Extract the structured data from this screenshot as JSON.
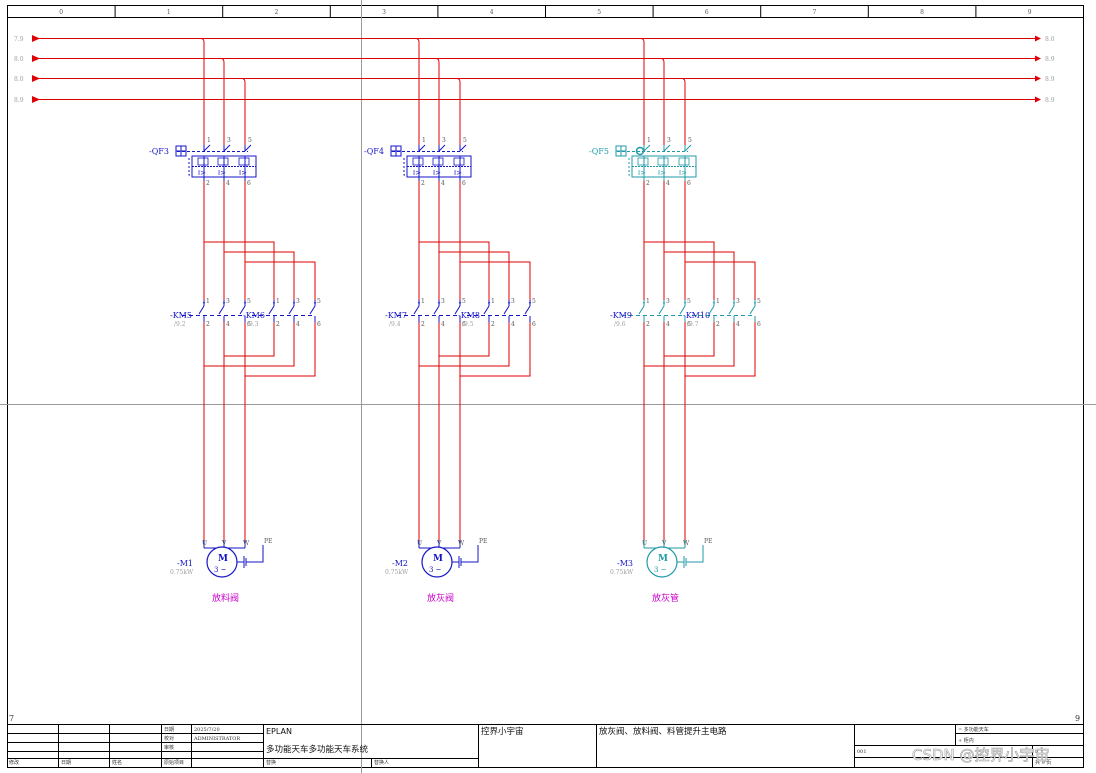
{
  "ruler": {
    "columns": [
      "0",
      "1",
      "2",
      "3",
      "4",
      "5",
      "6",
      "7",
      "8",
      "9"
    ]
  },
  "bus": {
    "left_labels": [
      "7.9",
      "8.0",
      "8.0",
      "8.9"
    ],
    "right_labels": [
      "8.0",
      "8.9",
      "8.9",
      "8.9"
    ]
  },
  "circuits": [
    {
      "breaker": "-QF3",
      "breaker_style": "blue",
      "top_terminals": [
        "1",
        "3",
        "5"
      ],
      "bottom_terminals": [
        "2",
        "4",
        "6"
      ],
      "contactor_a": "-KM5",
      "contactor_a_ref": "/9.2",
      "contactor_b": "-KM6",
      "contactor_b_ref": "/9.3",
      "contact_top": [
        "1",
        "3",
        "5"
      ],
      "contact_bottom": [
        "2",
        "4",
        "6"
      ],
      "motor": "-M1",
      "motor_power": "0.75kW",
      "motor_symbol": "M",
      "motor_phase": "3 ~",
      "terminals": [
        "U",
        "V",
        "W"
      ],
      "pe": "PE",
      "caption": "放料阀"
    },
    {
      "breaker": "-QF4",
      "breaker_style": "blue",
      "top_terminals": [
        "1",
        "3",
        "5"
      ],
      "bottom_terminals": [
        "2",
        "4",
        "6"
      ],
      "contactor_a": "-KM7",
      "contactor_a_ref": "/9.4",
      "contactor_b": "-KM8",
      "contactor_b_ref": "/9.5",
      "contact_top": [
        "1",
        "3",
        "5"
      ],
      "contact_bottom": [
        "2",
        "4",
        "6"
      ],
      "motor": "-M2",
      "motor_power": "0.75kW",
      "motor_symbol": "M",
      "motor_phase": "3 ~",
      "terminals": [
        "U",
        "V",
        "W"
      ],
      "pe": "PE",
      "caption": "放灰阀"
    },
    {
      "breaker": "-QF5",
      "breaker_style": "cyan",
      "top_terminals": [
        "1",
        "3",
        "5"
      ],
      "bottom_terminals": [
        "2",
        "4",
        "6"
      ],
      "contactor_a": "-KM9",
      "contactor_a_ref": "/9.6",
      "contactor_b": "-KM10",
      "contactor_b_ref": "/9.7",
      "contact_top": [
        "1",
        "3",
        "5"
      ],
      "contact_bottom": [
        "2",
        "4",
        "6"
      ],
      "motor": "-M3",
      "motor_power": "0.75kW",
      "motor_symbol": "M",
      "motor_phase": "3 ~",
      "terminals": [
        "U",
        "V",
        "W"
      ],
      "pe": "PE",
      "caption": "放灰管"
    }
  ],
  "page": {
    "prev": "7",
    "next": "9"
  },
  "title_block": {
    "date_label": "日期",
    "date_value": "2025/7/20",
    "check_label": "校对",
    "check_value": "ADMINISTRATOR",
    "review_label": "审核",
    "original_label": "原始项目",
    "modify_label": "修改",
    "date2_label": "日期",
    "name_label": "姓名",
    "replace_label": "替换",
    "replaced_by_label": "替换人",
    "company": "EPLAN",
    "project": "多功能天车多功能天车系统",
    "author": "控界小宇宙",
    "drawing_title": "放灰阀、放料阀、料管提升主电路",
    "right_row1": "= 多功能天车",
    "right_row2": "+ 柜内",
    "sheet_no": "001",
    "sheet_of": "9",
    "sheet_total": "共 9 页"
  },
  "watermark": "CSDN @控界小宇宙"
}
